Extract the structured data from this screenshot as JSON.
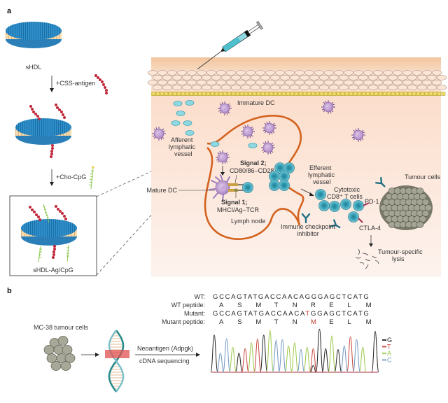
{
  "panels": {
    "a": {
      "label": "a",
      "nanodisc_steps": [
        {
          "label": "sHDL"
        },
        {
          "label": "+CSS-antigen"
        },
        {
          "label": "+Cho-CpG"
        },
        {
          "label": "sHDL-Ag/CpG"
        }
      ],
      "labels": {
        "immature_dc": "Immature DC",
        "afferent_vessel": [
          "Afferent",
          "lymphatic",
          "vessel"
        ],
        "signal2_title": "Signal 2;",
        "signal2_detail": "CD80/86–CD28",
        "mature_dc": "Mature DC",
        "signal1_title": "Signal 1;",
        "signal1_detail": "MHCI/Ag–TCR",
        "lymph_node": "Lymph node",
        "efferent_vessel": [
          "Efferent",
          "lymphatic",
          "vessel"
        ],
        "cytotoxic": [
          "Cytotoxic",
          "CD8⁺ T cells"
        ],
        "pd1": "PD-1",
        "ctla4": "CTLA-4",
        "checkpoint": [
          "Immune checkpoint",
          "inhibitor"
        ],
        "tumour_cells": "Tumour cells",
        "lysis": [
          "Tumour-specific",
          "lysis"
        ]
      }
    },
    "b": {
      "label": "b",
      "tumour_label": "MC-38 tumour cells",
      "arrow_top": "Neoantigen (Adpgk)",
      "arrow_bottom": "cDNA sequencing",
      "sequence_rows": [
        {
          "label": "WT:",
          "seq": "GCCAGTATGACCAACAGGGAGCTCATG"
        },
        {
          "label": "WT peptide:",
          "seq": "A S M T N R E L M"
        },
        {
          "label": "Mutant:",
          "seq_pre": "GCCAGTATGACCAACA",
          "seq_mut": "T",
          "seq_post": "GGAGCTCATG"
        },
        {
          "label": "Mutant peptide:",
          "seq_pre": "A S M T N ",
          "seq_mut": "M",
          "seq_post": " E L M"
        }
      ],
      "legend": [
        {
          "base": "G",
          "color": "#222222"
        },
        {
          "base": "T",
          "color": "#c8463c"
        },
        {
          "base": "A",
          "color": "#9cc84a"
        },
        {
          "base": "C",
          "color": "#6f98c0"
        }
      ]
    }
  },
  "colors": {
    "disc_top": "#2e8fc8",
    "antigen": "#c0283c",
    "cpg": "#8cc850",
    "skin_top": "#f4c8a0",
    "tissue": "#fbe4d6",
    "lymph_outline": "#d4621e",
    "dc": "#b48cc8",
    "tcell": "#3ca0b4",
    "tumour": "#8a8a7a",
    "antibody": "#1e6e82"
  },
  "chart_data": {
    "type": "line",
    "title": "Sanger sequencing chromatogram",
    "xlabel": "",
    "ylabel": "",
    "categories": [
      "G",
      "C",
      "C",
      "A",
      "G",
      "T",
      "A",
      "T",
      "G",
      "A",
      "C",
      "C",
      "A",
      "A",
      "C",
      "A",
      "T",
      "G",
      "G",
      "A",
      "G",
      "C",
      "T",
      "C",
      "A",
      "T",
      "G"
    ],
    "series": [
      {
        "name": "G",
        "peaks": [
          0,
          4,
          8,
          17,
          18,
          20,
          26
        ],
        "heights": [
          0.82,
          0.42,
          0.82,
          0.95,
          0.52,
          0.5,
          0.9
        ]
      },
      {
        "name": "T",
        "peaks": [
          5,
          7,
          16,
          22
        ],
        "heights": [
          0.52,
          0.73,
          0.52,
          0.78
        ]
      },
      {
        "name": "A",
        "peaks": [
          3,
          6,
          9,
          12,
          13,
          15,
          19,
          24
        ],
        "heights": [
          0.55,
          0.65,
          0.92,
          0.58,
          0.65,
          0.55,
          0.8,
          0.55
        ]
      },
      {
        "name": "C",
        "peaks": [
          1,
          2,
          10,
          11,
          14,
          21,
          23
        ],
        "heights": [
          0.42,
          0.74,
          0.7,
          0.72,
          0.5,
          0.58,
          0.72
        ]
      }
    ],
    "mutation_position": 16,
    "minor_peak": {
      "name": "G",
      "position": 16,
      "height": 0.15
    }
  }
}
